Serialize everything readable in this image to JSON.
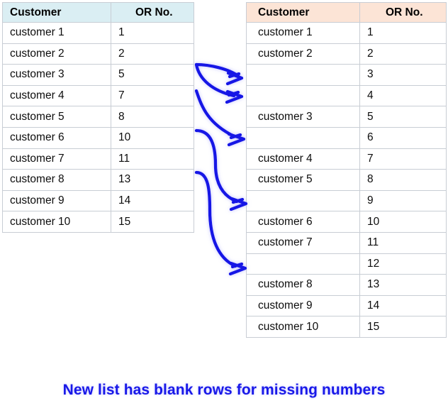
{
  "colors": {
    "left_header_bg": "#DAEEF3",
    "right_header_bg": "#FCE4D6",
    "arrow_blue": "#1212E6",
    "caption_blue": "#1818E8",
    "grid_line": "#C8CDD4"
  },
  "left_table": {
    "name": "original-customer-list",
    "columns": [
      "Customer",
      "OR No."
    ],
    "rows": [
      {
        "customer": "customer 1",
        "or_no": "1"
      },
      {
        "customer": "customer 2",
        "or_no": "2"
      },
      {
        "customer": "customer 3",
        "or_no": "5"
      },
      {
        "customer": "customer 4",
        "or_no": "7"
      },
      {
        "customer": "customer 5",
        "or_no": "8"
      },
      {
        "customer": "customer 6",
        "or_no": "10"
      },
      {
        "customer": "customer 7",
        "or_no": "11"
      },
      {
        "customer": "customer 8",
        "or_no": "13"
      },
      {
        "customer": "customer 9",
        "or_no": "14"
      },
      {
        "customer": "customer 10",
        "or_no": "15"
      }
    ]
  },
  "right_table": {
    "name": "new-customer-list-with-blanks",
    "columns": [
      "Customer",
      "OR No."
    ],
    "rows": [
      {
        "customer": "customer 1",
        "or_no": "1",
        "blank": false
      },
      {
        "customer": "customer 2",
        "or_no": "2",
        "blank": false
      },
      {
        "customer": "",
        "or_no": "3",
        "blank": true
      },
      {
        "customer": "",
        "or_no": "4",
        "blank": true
      },
      {
        "customer": "customer 3",
        "or_no": "5",
        "blank": false
      },
      {
        "customer": "",
        "or_no": "6",
        "blank": true
      },
      {
        "customer": "customer 4",
        "or_no": "7",
        "blank": false
      },
      {
        "customer": "customer 5",
        "or_no": "8",
        "blank": false
      },
      {
        "customer": "",
        "or_no": "9",
        "blank": true
      },
      {
        "customer": "customer 6",
        "or_no": "10",
        "blank": false
      },
      {
        "customer": "customer 7",
        "or_no": "11",
        "blank": false
      },
      {
        "customer": "",
        "or_no": "12",
        "blank": true
      },
      {
        "customer": "customer 8",
        "or_no": "13",
        "blank": false
      },
      {
        "customer": "customer 9",
        "or_no": "14",
        "blank": false
      },
      {
        "customer": "customer 10",
        "or_no": "15",
        "blank": false
      }
    ]
  },
  "arrows": {
    "name": "missing-number-arrows",
    "count": 5,
    "description": "curved blue arrows pointing to the blank rows of the new list",
    "targets": [
      "3",
      "4",
      "6",
      "9",
      "12"
    ]
  },
  "caption": {
    "text": "New list has blank rows for missing numbers"
  }
}
